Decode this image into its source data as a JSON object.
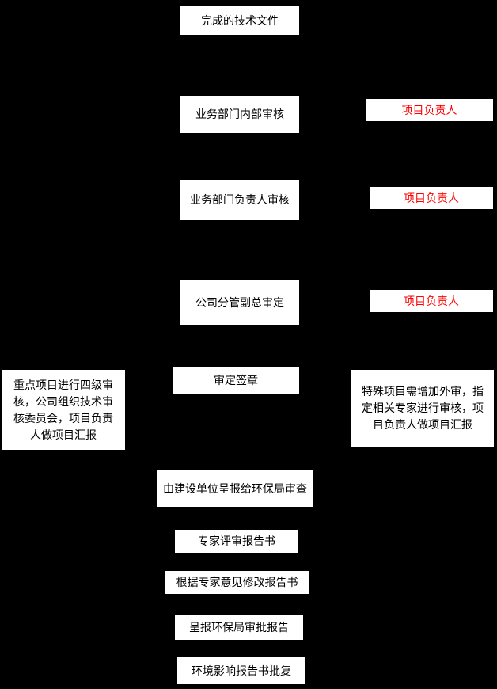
{
  "diagram": {
    "colors": {
      "background": "#000000",
      "node_bg": "#ffffff",
      "node_text": "#000000",
      "accent_red": "#ff0000"
    },
    "steps": [
      {
        "label": "完成的技术文件"
      },
      {
        "label": "业务部门内部审核"
      },
      {
        "label": "业务部门负责人审核"
      },
      {
        "label": "公司分管副总审定"
      },
      {
        "label": "审定签章"
      },
      {
        "label": "由建设单位呈报给环保局审查"
      },
      {
        "label": "专家评审报告书"
      },
      {
        "label": "根据专家意见修改报告书"
      },
      {
        "label": "呈报环保局审批报告"
      },
      {
        "label": "环境影响报告书批复"
      }
    ],
    "side_labels": [
      {
        "label": "项目负责人"
      },
      {
        "label": "项目负责人"
      },
      {
        "label": "项目负责人"
      }
    ],
    "notes": {
      "left": {
        "label": "重点项目进行四级审核，公司组织技术审核委员会，项目负责人做项目汇报"
      },
      "right": {
        "label": "特殊项目需增加外审，指定相关专家进行审核，项目负责人做项目汇报"
      }
    }
  }
}
